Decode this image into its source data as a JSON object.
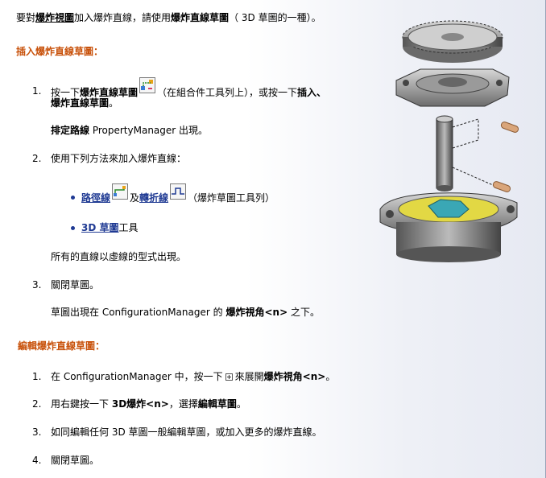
{
  "intro": {
    "pre": "要對",
    "link": "爆炸視圖",
    "mid": "加入爆炸直線，請使用",
    "bold": "爆炸直線草圖",
    "post": "（ 3D 草圖的一種）。"
  },
  "section1": {
    "heading": "插入爆炸直線草圖：",
    "step1": {
      "num": "1.",
      "pre": "按一下",
      "bold": "爆炸直線草圖",
      "post": "（在組合件工具列上），或按一下",
      "menu": "插入、",
      "menu2": "爆炸直線草圖",
      "end": "。",
      "note_bold": "排定路線",
      "note_rest": " PropertyManager 出現。"
    },
    "step2": {
      "num": "2.",
      "text": "使用下列方法來加入爆炸直線：",
      "bullet1": {
        "link1": "路徑線",
        "mid": "及",
        "link2": "轉折線",
        "post": "（爆炸草圖工具列）"
      },
      "bullet2": {
        "link": "3D 草圖",
        "post": "工具"
      },
      "note": "所有的直線以虛線的型式出現。"
    },
    "step3": {
      "num": "3.",
      "text": "關閉草圖。",
      "note_pre": "草圖出現在 ConfigurationManager 的",
      "note_bold": "爆炸視角",
      "note_n": "<n>",
      "note_post": "之下。"
    }
  },
  "section2": {
    "heading": "編輯爆炸直線草圖：",
    "step1": {
      "num": "1.",
      "pre": "在 ConfigurationManager 中，按一下",
      "mid": "來展開",
      "bold": "爆炸視角",
      "n": "<n>",
      "end": "。"
    },
    "step2": {
      "num": "2.",
      "pre": "用右鍵按一下",
      "bold": "3D爆炸",
      "n": "<n>",
      "mid": "，選擇",
      "bold2": "編輯草圖",
      "end": "。"
    },
    "step3": {
      "num": "3.",
      "text": "如同編輯任何 3D 草圖一般編輯草圖，或加入更多的爆炸直線。"
    },
    "step4": {
      "num": "4.",
      "text": "關閉草圖。"
    }
  },
  "icons": {
    "explode_sketch": "explode-line-sketch-icon",
    "route_line": "route-line-icon",
    "jog_line": "jog-line-icon",
    "expand": "expand-plus-icon"
  },
  "colors": {
    "heading": "#c8510a",
    "link": "#1f3a93"
  }
}
